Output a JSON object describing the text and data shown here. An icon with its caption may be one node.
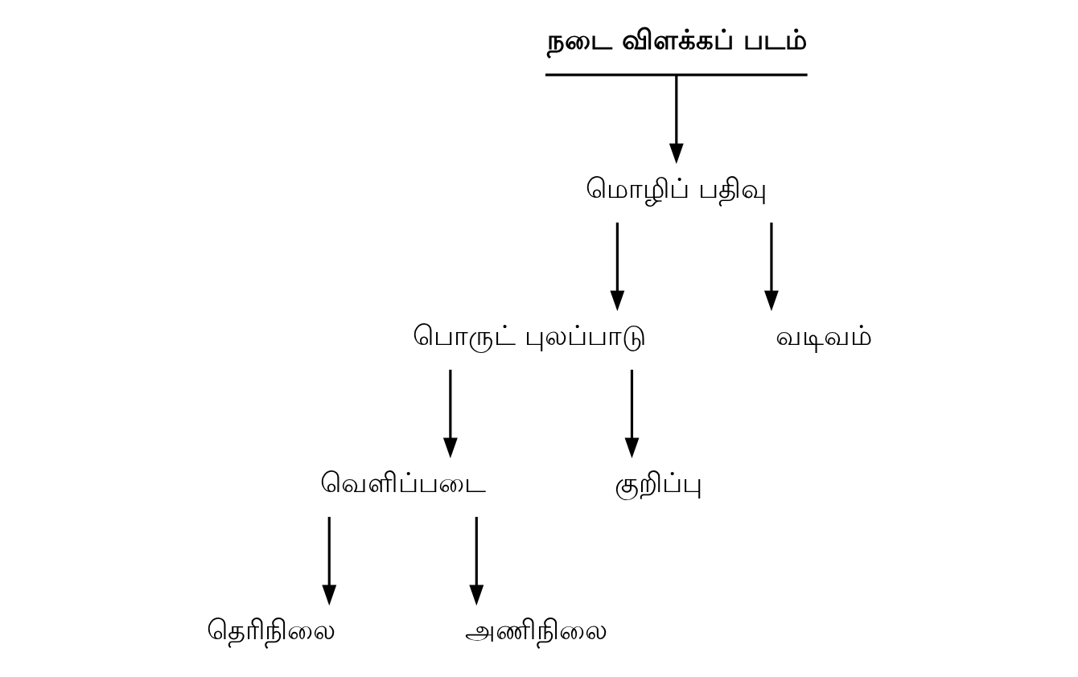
{
  "diagram": {
    "nodes": [
      {
        "text": [
          "நடை விளக்கப் படம்"
        ]
      },
      {
        "text": [
          "மொழிப் பதிவு"
        ]
      },
      {
        "text": [
          "பொருட் புலப்பாடு"
        ]
      },
      {
        "text": [
          "வடிவம்"
        ]
      },
      {
        "text": [
          "வெளிப்படை"
        ]
      },
      {
        "text": [
          "குறிப்பு"
        ]
      },
      {
        "text": [
          "தெரிநிலை"
        ]
      },
      {
        "text": [
          "அணிநிலை"
        ]
      }
    ],
    "edges": [
      {
        "from": 0,
        "to": 1,
        "arrow": "to"
      },
      {
        "from": 1,
        "to": 2,
        "arrow": "to"
      },
      {
        "from": 1,
        "to": 3,
        "arrow": "to"
      },
      {
        "from": 2,
        "to": 4,
        "arrow": "to"
      },
      {
        "from": 2,
        "to": 5,
        "arrow": "to"
      },
      {
        "from": 4,
        "to": 6,
        "arrow": "to"
      },
      {
        "from": 4,
        "to": 7,
        "arrow": "to"
      }
    ]
  }
}
